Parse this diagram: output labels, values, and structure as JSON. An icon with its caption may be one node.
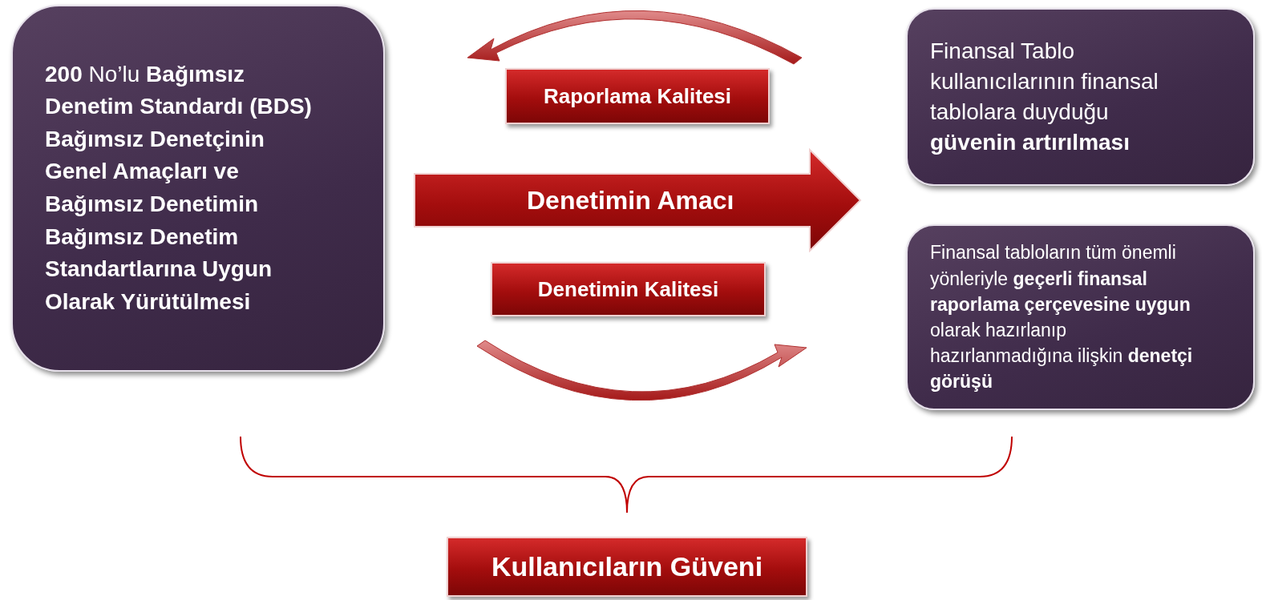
{
  "diagram": {
    "nodes": [
      {
        "text": [
          "**200** No’lu **Bağımsız Denetim Standardı (BDS) Bağımsız Denetçinin Genel Amaçları ve Bağımsız Denetimin Bağımsız Denetim Standartlarına Uygun Olarak Yürütülmesi**"
        ]
      },
      {
        "text": [
          "Finansal Tablo kullanıcılarının finansal tablolara duyduğu **güvenin artırılması**"
        ]
      },
      {
        "text": [
          "Finansal tabloların tüm önemli yönleriyle **geçerli finansal raporlama çerçevesine uygun** olarak hazırlanıp hazırlanmadığına ilişkin **denetçi görüşü**"
        ]
      },
      {
        "text": [
          "Raporlama Kalitesi"
        ]
      },
      {
        "text": [
          "Denetimin Amacı"
        ]
      },
      {
        "text": [
          "Denetimin Kalitesi"
        ]
      },
      {
        "text": [
          "Kullanıcıların Güveni"
        ]
      }
    ]
  }
}
